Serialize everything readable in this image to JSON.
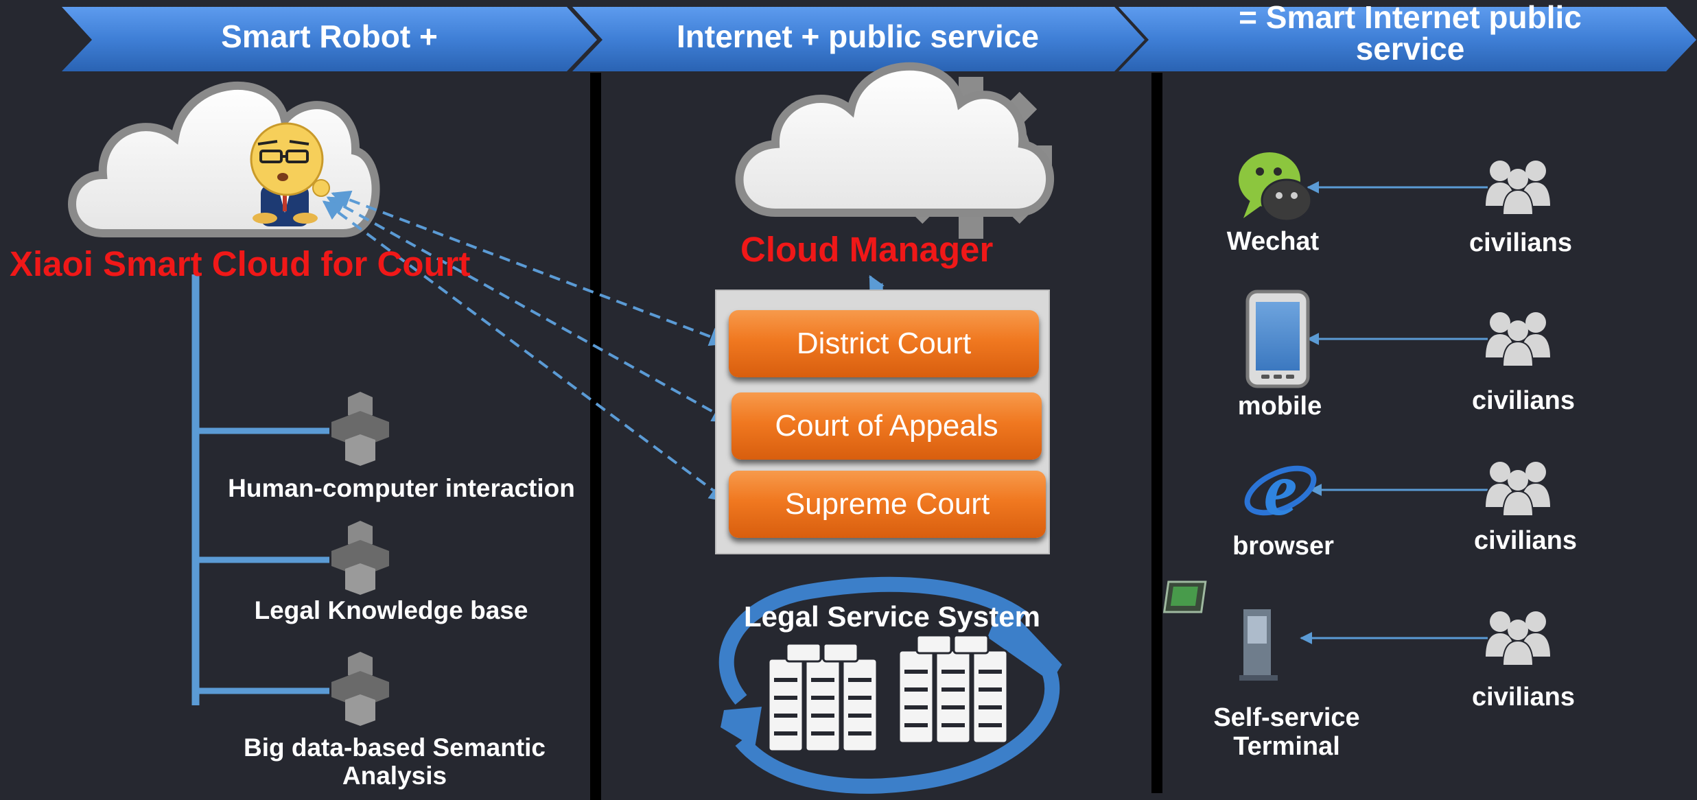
{
  "header": {
    "step1": "Smart Robot +",
    "step2": "Internet + public service",
    "step3": "= Smart Internet public service"
  },
  "left": {
    "title": "Xiaoi Smart Cloud for Court",
    "branches": [
      {
        "label": "Human-computer interaction",
        "icon": "server-stack-icon"
      },
      {
        "label": "Legal Knowledge base",
        "icon": "server-stack-icon"
      },
      {
        "label": "Big data-based Semantic Analysis",
        "icon": "server-stack-icon"
      }
    ]
  },
  "middle": {
    "cloud_title": "Cloud Manager",
    "courts": [
      "District Court",
      "Court of Appeals",
      "Supreme Court"
    ],
    "system_title": "Legal Service System"
  },
  "right": {
    "channels": [
      {
        "label": "Wechat",
        "icon": "wechat-icon",
        "user_label": "civilians"
      },
      {
        "label": "mobile",
        "icon": "mobile-phone-icon",
        "user_label": "civilians"
      },
      {
        "label": "browser",
        "icon": "browser-e-icon",
        "user_label": "civilians"
      },
      {
        "label": "Self-service Terminal",
        "icon": "kiosk-terminal-icon",
        "user_label": "civilians"
      }
    ]
  },
  "colors": {
    "background": "#262830",
    "header_blue": "#3f7fd6",
    "connector_blue": "#5b9bd5",
    "title_red": "#f01818",
    "court_orange": "#f07820"
  }
}
